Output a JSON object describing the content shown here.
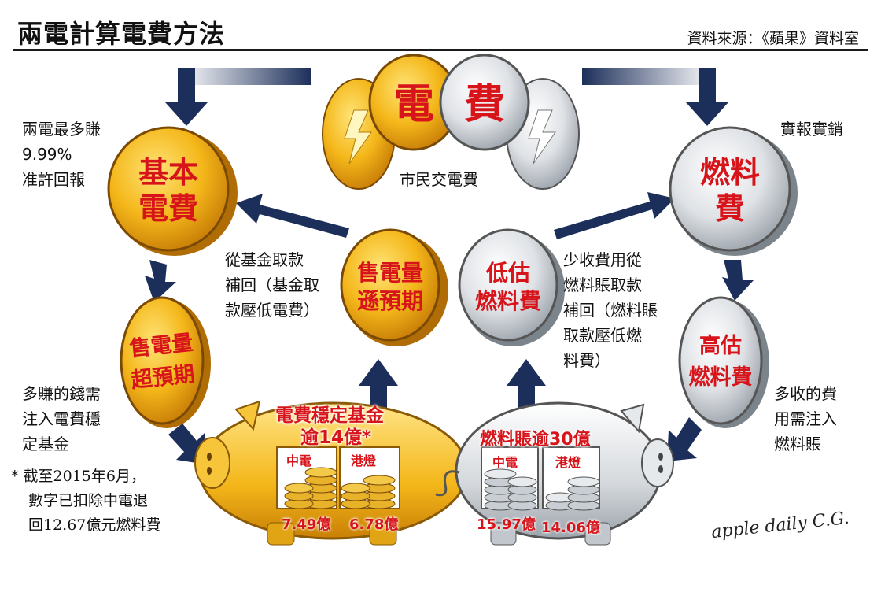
{
  "header": {
    "title": "兩電計算電費方法",
    "source": "資料來源：《蘋果》資料室"
  },
  "coins": {
    "top_left": "電",
    "top_right": "費",
    "base_line1": "基本",
    "base_line2": "電費",
    "fuel_line1": "燃料",
    "fuel_line2": "費",
    "over_sold_line1": "售電量",
    "over_sold_line2": "超預期",
    "under_sold_line1": "售電量",
    "under_sold_line2": "遜預期",
    "under_est_line1": "低估",
    "under_est_line2": "燃料費",
    "over_est_line1": "高估",
    "over_est_line2": "燃料費"
  },
  "texts": {
    "public_pays": "市民交電費",
    "max_return_1": "兩電最多賺",
    "max_return_2": "9.99%",
    "max_return_3": "准許回報",
    "reimburse": "實報實銷",
    "fund_withdraw_1": "從基金取款",
    "fund_withdraw_2": "補回（基金取",
    "fund_withdraw_3": "款壓低電費）",
    "fuel_withdraw_1": "少收費用從",
    "fuel_withdraw_2": "燃料賬取款",
    "fuel_withdraw_3": "補回（燃料賬",
    "fuel_withdraw_4": "取款壓低燃",
    "fuel_withdraw_5": "料費）",
    "extra_to_fund_1": "多賺的錢需",
    "extra_to_fund_2": "注入電費穩",
    "extra_to_fund_3": "定基金",
    "extra_to_fuel_1": "多收的費",
    "extra_to_fuel_2": "用需注入",
    "extra_to_fuel_3": "燃料賬"
  },
  "note": {
    "line1": "* 截至2015年6月，",
    "line2": "數字已扣除中電退",
    "line3": "回12.67億元燃料費"
  },
  "pigs": {
    "gold": {
      "title_1": "電費穩定基金",
      "title_2": "逾14億*",
      "clp": "中電",
      "hke": "港燈",
      "clp_value": "7.49億",
      "hke_value": "6.78億"
    },
    "silver": {
      "title": "燃料賬逾30億",
      "clp": "中電",
      "hke": "港燈",
      "clp_value": "15.97億",
      "hke_value": "14.06億"
    }
  },
  "signature": "apple daily C.G.",
  "colors": {
    "accent_red": "#d8141b",
    "arrow_navy": "#1c2f5a",
    "gold": "#f2b81c",
    "silver": "#cfd3d8",
    "border": "#1f2a4a"
  }
}
